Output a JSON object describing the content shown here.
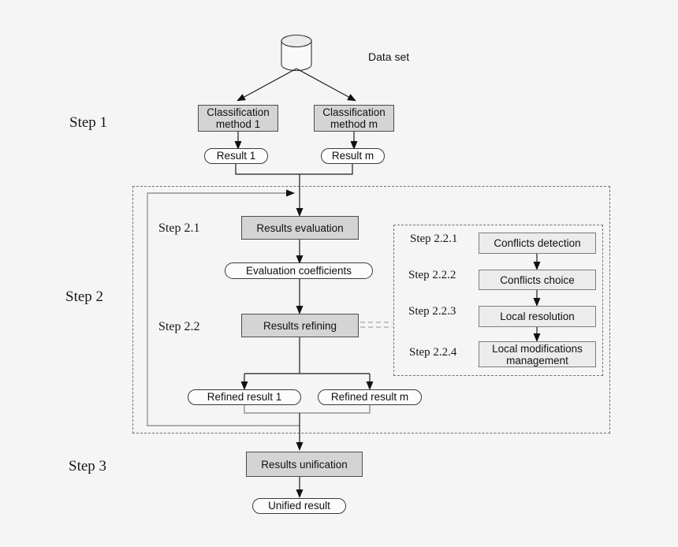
{
  "colors": {
    "background": "#f5f5f5",
    "process_fill": "#d4d4d4",
    "substep_fill": "#ececec",
    "result_fill": "#fcfcfc",
    "black_line": "#1c1c1c",
    "gray_line": "#949494",
    "dashed_border": "#6f6f6f"
  },
  "dataset": {
    "label": "Data set"
  },
  "steps": {
    "step1": {
      "label": "Step 1"
    },
    "step2": {
      "label": "Step 2"
    },
    "step3": {
      "label": "Step 3"
    },
    "step21": {
      "label": "Step 2.1"
    },
    "step22": {
      "label": "Step 2.2"
    },
    "step221": {
      "label": "Step 2.2.1"
    },
    "step222": {
      "label": "Step 2.2.2"
    },
    "step223": {
      "label": "Step 2.2.3"
    },
    "step224": {
      "label": "Step 2.2.4"
    }
  },
  "nodes": {
    "classification_method_1": "Classification method 1",
    "classification_method_m": "Classification method m",
    "result_1": "Result 1",
    "result_m": "Result m",
    "results_evaluation": "Results evaluation",
    "evaluation_coefficients": "Evaluation coefficients",
    "results_refining": "Results refining",
    "conflicts_detection": "Conflicts detection",
    "conflicts_choice": "Conflicts choice",
    "local_resolution": "Local resolution",
    "local_modifications_management": "Local modifications management",
    "refined_result_1": "Refined result 1",
    "refined_result_m": "Refined result m",
    "results_unification": "Results unification",
    "unified_result": "Unified result"
  },
  "edges": [
    {
      "from": "Data set",
      "to": "Classification method 1"
    },
    {
      "from": "Data set",
      "to": "Classification method m"
    },
    {
      "from": "Classification method 1",
      "to": "Result 1"
    },
    {
      "from": "Classification method m",
      "to": "Result m"
    },
    {
      "from": "Result 1 / Result m",
      "to": "Results evaluation"
    },
    {
      "from": "Results evaluation",
      "to": "Evaluation coefficients"
    },
    {
      "from": "Evaluation coefficients",
      "to": "Results refining"
    },
    {
      "from": "Results refining",
      "to": "Refined result 1"
    },
    {
      "from": "Results refining",
      "to": "Refined result m"
    },
    {
      "from": "Refined result 1 / Refined result m",
      "to": "Results unification"
    },
    {
      "from": "Refined result 1 / Refined result m",
      "to": "Results evaluation",
      "type": "feedback-loop"
    },
    {
      "from": "Results unification",
      "to": "Unified result"
    },
    {
      "from": "Results refining",
      "to": "Conflicts detection",
      "type": "dashed-expansion"
    },
    {
      "from": "Conflicts detection",
      "to": "Conflicts choice"
    },
    {
      "from": "Conflicts choice",
      "to": "Local resolution"
    },
    {
      "from": "Local resolution",
      "to": "Local modifications management"
    }
  ]
}
